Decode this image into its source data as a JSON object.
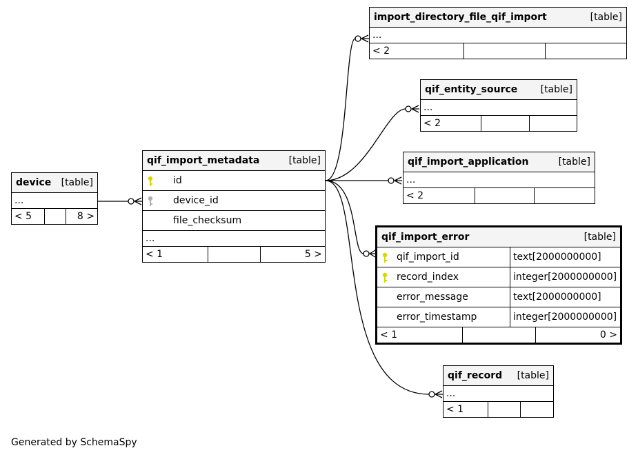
{
  "tables": {
    "device": {
      "name": "device",
      "kind": "[table]",
      "more": "...",
      "parents": "< 5",
      "children": "8 >"
    },
    "metadata": {
      "name": "qif_import_metadata",
      "kind": "[table]",
      "columns": [
        "id",
        "device_id",
        "file_checksum"
      ],
      "more": "...",
      "parents": "< 1",
      "children": "5 >"
    },
    "dir_import": {
      "name": "import_directory_file_qif_import",
      "kind": "[table]",
      "more": "...",
      "parents": "< 2"
    },
    "entity_source": {
      "name": "qif_entity_source",
      "kind": "[table]",
      "more": "...",
      "parents": "< 2"
    },
    "application": {
      "name": "qif_import_application",
      "kind": "[table]",
      "more": "...",
      "parents": "< 2"
    },
    "error": {
      "name": "qif_import_error",
      "kind": "[table]",
      "columns": [
        {
          "name": "qif_import_id",
          "type": "text[2000000000]"
        },
        {
          "name": "record_index",
          "type": "integer[2000000000]"
        },
        {
          "name": "error_message",
          "type": "text[2000000000]"
        },
        {
          "name": "error_timestamp",
          "type": "integer[2000000000]"
        }
      ],
      "parents": "< 1",
      "children": "0 >"
    },
    "record": {
      "name": "qif_record",
      "kind": "[table]",
      "more": "...",
      "parents": "< 1"
    }
  },
  "colors": {
    "primary_key": "#d8d800",
    "foreign_key": "#b0b0b0",
    "header_bg": "#f4f4f4"
  },
  "footer": "Generated by SchemaSpy"
}
